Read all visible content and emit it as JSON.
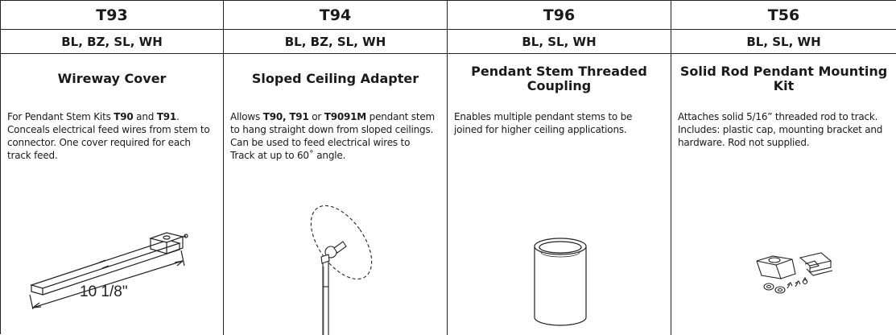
{
  "columns": [
    {
      "code": "T93",
      "finishes": "BL, BZ, SL, WH",
      "title": "Wireway Cover",
      "desc_parts": [
        "For Pendant Stem Kits ",
        "T90",
        " and ",
        "T91",
        ". Conceals electrical feed wires from stem to connector. One cover required for each track feed."
      ],
      "illustration": "wireway-cover-drawing",
      "dimension_label": "10 1/8\""
    },
    {
      "code": "T94",
      "finishes": "BL, BZ, SL, WH",
      "title": "Sloped Ceiling Adapter",
      "desc_parts": [
        "Allows ",
        "T90, T91",
        " or ",
        "T9091M",
        " pendant stem to hang straight down from sloped ceilings. Can be used to feed electrical wires to Track at up to 60˚ angle."
      ],
      "illustration": "sloped-ceiling-adapter-drawing"
    },
    {
      "code": "T96",
      "finishes": "BL, SL, WH",
      "title": "Pendant Stem Threaded Coupling",
      "desc": "Enables multiple pendant stems to be joined for higher ceiling applications.",
      "illustration": "threaded-coupling-drawing"
    },
    {
      "code": "T56",
      "finishes": "BL, SL, WH",
      "title": "Solid Rod Pendant Mounting Kit",
      "desc": "Attaches solid 5/16” threaded rod to track. Includes: plastic cap, mounting bracket and hardware. Rod not supplied.",
      "illustration": "mounting-kit-drawing"
    }
  ]
}
